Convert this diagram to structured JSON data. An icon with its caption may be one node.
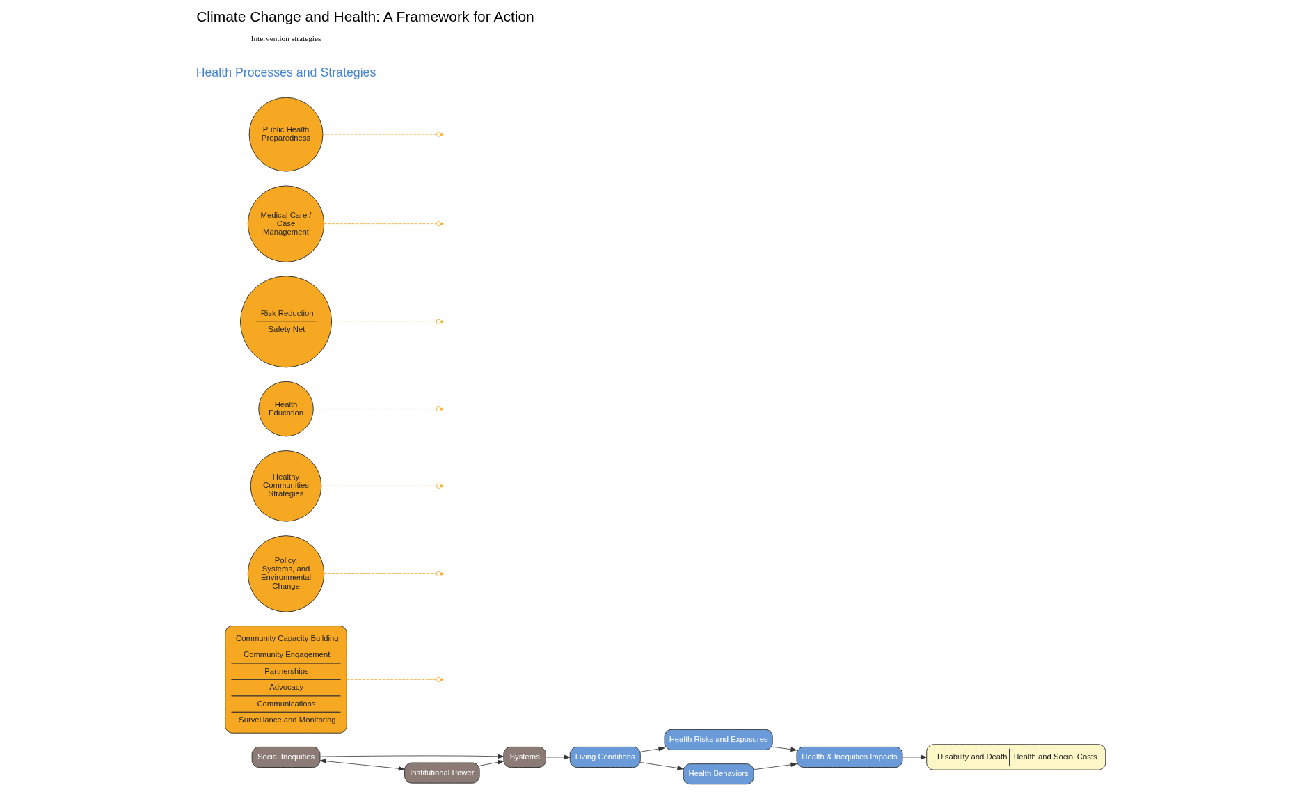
{
  "diagram": {
    "title": "Climate Change and Health: A Framework for Action",
    "nodes": [
      {
        "text": [
          "Social Inequities"
        ]
      },
      {
        "text": [
          "Systems"
        ]
      },
      {
        "text": [
          "Institutional Power"
        ]
      },
      {
        "text": [
          "Community Capacity Building",
          "Community Engagement",
          "Partnerships",
          "Advocacy",
          "Communications",
          "Surveillance and Monitoring"
        ]
      },
      {
        "text": [
          "Policy, Systems, and Environmental Change"
        ]
      },
      {
        "text": [
          "Healthy Communities Strategies"
        ]
      },
      {
        "text": [
          "Living Conditions"
        ]
      },
      {
        "text": [
          "Health Education"
        ]
      },
      {
        "text": [
          "Risk Reduction",
          "Safety Net"
        ]
      },
      {
        "text": [
          "Health Risks and Exposures"
        ]
      },
      {
        "text": [
          "Medical Care / Case Management"
        ]
      },
      {
        "text": [
          "Public Health Preparedness"
        ]
      },
      {
        "text": [
          "Health & Inequities Impacts"
        ]
      },
      {
        "text": [
          "Health Behaviors"
        ]
      },
      {
        "text": [
          "Disability and Death",
          "Health and Social Costs"
        ]
      }
    ],
    "edges": [
      {
        "from": 0,
        "to": 1,
        "arrow": "to"
      },
      {
        "from": 2,
        "to": 1,
        "arrow": "to"
      },
      {
        "from": 0,
        "to": 2,
        "arrow": "both"
      },
      {
        "from": 1,
        "to": 6,
        "arrow": "to"
      },
      {
        "from": 6,
        "to": 9,
        "arrow": "to"
      },
      {
        "from": 6,
        "to": 13,
        "arrow": "to"
      },
      {
        "from": 9,
        "to": 12,
        "arrow": "to"
      },
      {
        "from": 13,
        "to": 12,
        "arrow": "to"
      },
      {
        "from": 12,
        "to": 14,
        "arrow": "to"
      },
      {
        "from": 4,
        "to": null,
        "arrow": "other",
        "style": "dashed",
        "color": "#f5a623"
      },
      {
        "from": 3,
        "to": null,
        "arrow": "other",
        "style": "dashed",
        "color": "#f5a623"
      },
      {
        "from": 5,
        "to": null,
        "arrow": "other",
        "style": "dashed",
        "color": "#f5a623"
      },
      {
        "from": 7,
        "to": null,
        "arrow": "other",
        "style": "dashed",
        "color": "#f5a623"
      },
      {
        "from": 8,
        "to": null,
        "arrow": "other",
        "style": "dashed",
        "color": "#f5a623"
      },
      {
        "from": 10,
        "to": null,
        "arrow": "other",
        "style": "dashed",
        "color": "#f5a623"
      },
      {
        "from": 11,
        "to": null,
        "arrow": "other",
        "style": "dashed",
        "color": "#f5a623"
      }
    ],
    "labels": [
      "Health Processes and Strategies"
    ],
    "legend": [
      {
        "text": "Intervention strategies"
      }
    ]
  }
}
